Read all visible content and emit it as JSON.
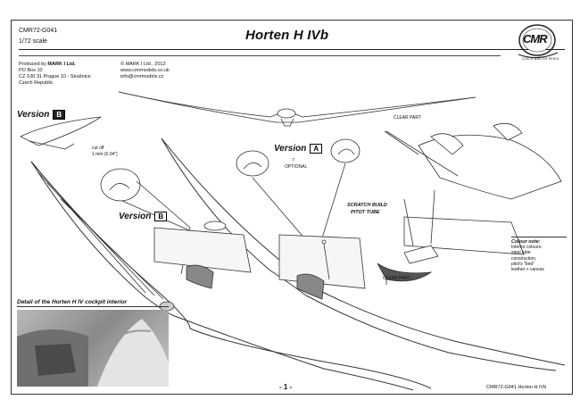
{
  "header": {
    "code": "CMR72-G041",
    "scale": "1/72 scale",
    "title": "Horten H IVb"
  },
  "producer": {
    "line1_prefix": "Produced by",
    "line1_name": "MARK I Ltd.",
    "line2": "PO Box 10",
    "line3": "CZ-100 31 Prague 10 - Strašnice",
    "line4": "Czech Republic"
  },
  "contact": {
    "line1": "© MARK I Ltd., 2012",
    "line2": "www.cmrmodels.co.uk",
    "line3": "info@cmrmodels.cz"
  },
  "logo": {
    "letters": "CMR",
    "subtitle": "CZECH MASTER RESIN"
  },
  "labels": {
    "version_b_top": "Version",
    "version_b_letter": "B",
    "version_a": "Version",
    "version_a_letter": "A",
    "version_b_mid": "Version",
    "version_b_mid_letter": "B",
    "cut_off": "cut off",
    "cut_off_size": "1 mm (0.04\")",
    "optional_q": "?",
    "optional": "OPTIONAL",
    "scratch_build": "SCRATCH BUILD",
    "pitot_tube": "PITOT TUBE",
    "clear_part_top": "CLEAR PART",
    "clear_part_bottom": "CLEAR PART"
  },
  "colour_note": {
    "heading": "Colour note:",
    "line1": "Interior colours:",
    "line2": "steel tube",
    "line3": "construction,",
    "line4": "pilot's \"bed\"",
    "line5": "leather + canvas"
  },
  "detail": {
    "caption": "Detail of the Horten H IV cockpit interior"
  },
  "footer": {
    "page": "- 1 -",
    "code": "CMR72-G041 Horten H IVb"
  }
}
